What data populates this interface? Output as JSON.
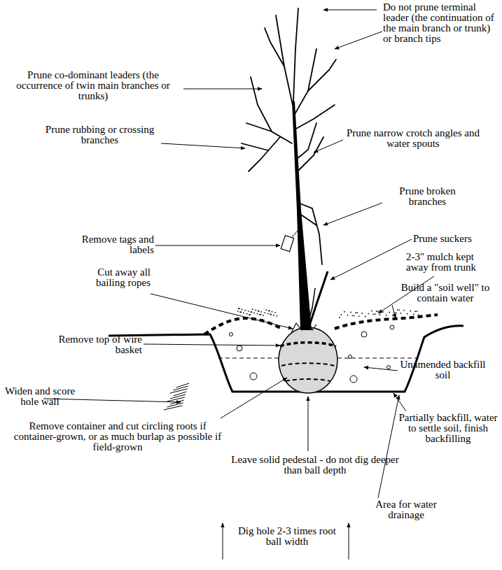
{
  "diagram": {
    "labels": [
      "Do not prune terminal leader (the continuation of the main branch or trunk) or branch tips",
      "Prune co-dominant leaders (the occurrence of twin main branches or trunks)",
      "Prune rubbing or crossing branches",
      "Prune narrow crotch angles and water spouts",
      "Prune broken branches",
      "Remove tags and labels",
      "Prune suckers",
      "Cut away all bailing ropes",
      "2-3\" mulch kept away from trunk",
      "Remove top of wire basket",
      "Build a \"soil well\" to contain water",
      "Unamended backfill soil",
      "Widen and score hole wall",
      "Partially backfill, water to settle soil, finish backfilling",
      "Remove container and cut circling roots if container-grown, or as much burlap as possible if field-grown",
      "Leave solid pedestal - do not dig deeper than ball depth",
      "Area for water drainage",
      "Dig hole 2-3 times root ball width"
    ]
  }
}
